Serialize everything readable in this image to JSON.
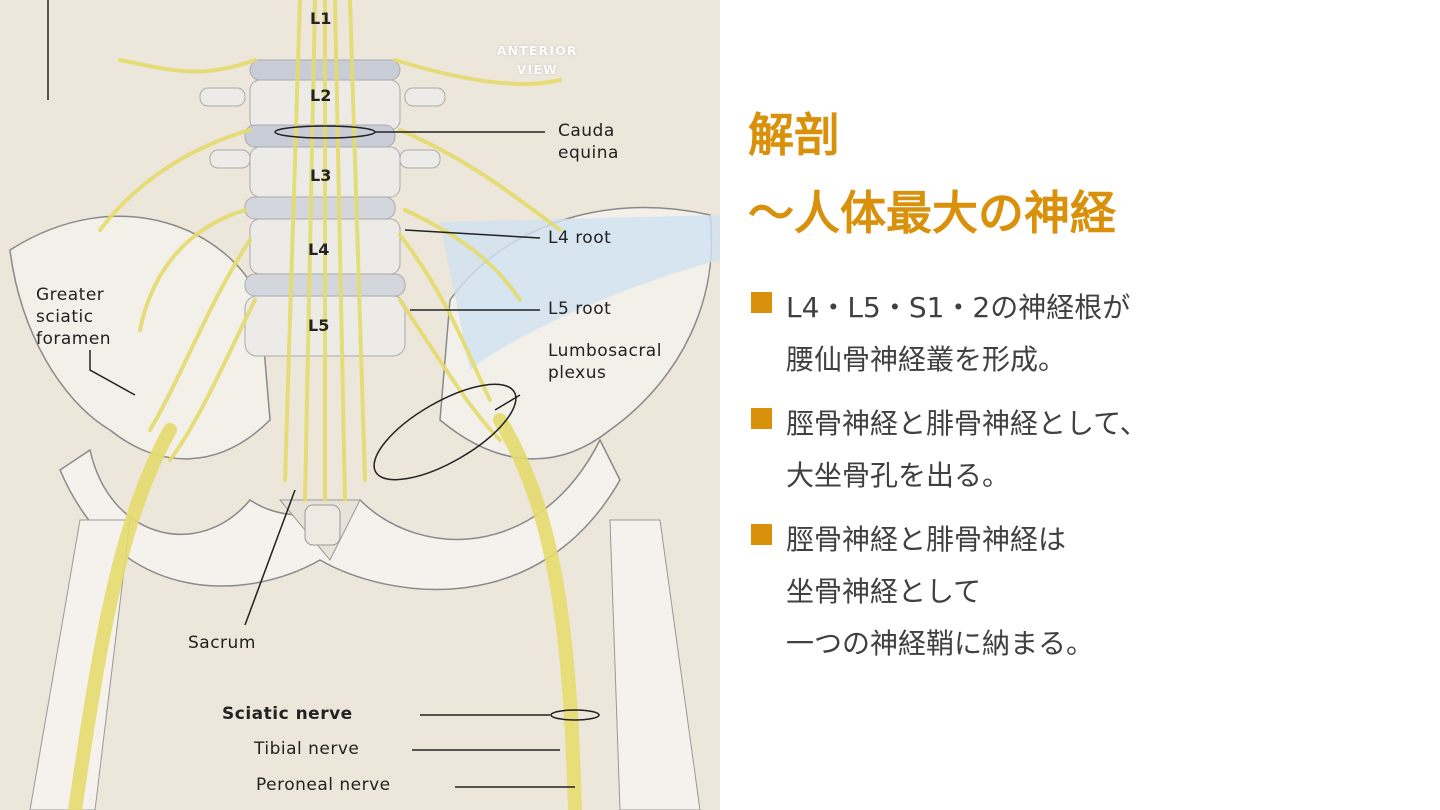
{
  "figure": {
    "view_label": [
      "ANTERIOR",
      "VIEW"
    ],
    "vertebrae": [
      "L1",
      "L2",
      "L3",
      "L4",
      "L5"
    ],
    "labels": {
      "cauda_equina": [
        "Cauda",
        "equina"
      ],
      "l4_root": "L4 root",
      "l5_root": "L5 root",
      "greater_sciatic_foramen": [
        "Greater",
        "sciatic",
        "foramen"
      ],
      "lumbosacral_plexus": [
        "Lumbosacral",
        "plexus"
      ],
      "sacrum": "Sacrum",
      "sciatic_nerve": "Sciatic nerve",
      "tibial_nerve": "Tibial nerve",
      "peroneal_nerve": "Peroneal nerve"
    }
  },
  "slide": {
    "title_lines": [
      "解剖",
      "～人体最大の神経"
    ],
    "bullets": [
      {
        "lines": [
          "L4・L5・S1・2の神経根が",
          "腰仙骨神経叢を形成。"
        ]
      },
      {
        "lines": [
          "脛骨神経と腓骨神経として、",
          "大坐骨孔を出る。"
        ]
      },
      {
        "lines": [
          "脛骨神経と腓骨神経は",
          "坐骨神経として",
          "一つの神経鞘に納まる。"
        ]
      }
    ],
    "accent_color": "#d9900a"
  }
}
